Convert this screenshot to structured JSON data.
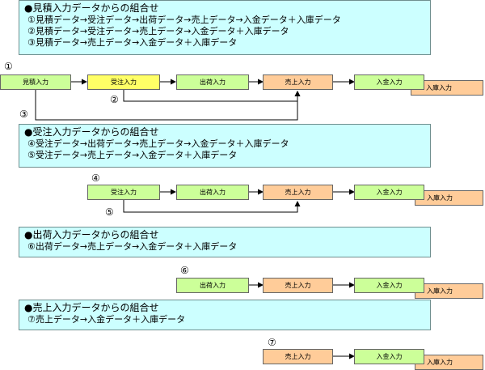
{
  "panels": {
    "p1": {
      "heading": "●見積入力データからの組合せ",
      "lines": [
        "①見積データ→受注データ→出荷データ→売上データ→入金データ＋入庫データ",
        "②見積データ→受注データ→売上データ→入金データ＋入庫データ",
        "③見積データ→売上データ→入金データ＋入庫データ"
      ]
    },
    "p2": {
      "heading": "●受注入力データからの組合せ",
      "lines": [
        "④受注データ→出荷データ→売上データ→入金データ＋入庫データ",
        "⑤受注データ→売上データ→入金データ＋入庫データ"
      ]
    },
    "p3": {
      "heading": "●出荷入力データからの組合せ",
      "lines": [
        "⑥出荷データ→売上データ→入金データ＋入庫データ"
      ]
    },
    "p4": {
      "heading": "●売上入力データからの組合せ",
      "lines": [
        "⑦売上データ→入金データ＋入庫データ"
      ]
    }
  },
  "labels": {
    "estimate": "見積入力",
    "order": "受注入力",
    "shipment": "出荷入力",
    "sales": "売上入力",
    "payment": "入金入力",
    "warehousing": "入庫入力"
  },
  "markers": [
    "①",
    "②",
    "③",
    "④",
    "⑤",
    "⑥",
    "⑦"
  ],
  "colors": {
    "panel_bg": "#ccffff",
    "estimate_box": "#ccff99",
    "order_box_flow1": "#ffff66",
    "order_box_flow2": "#ccff99",
    "shipment_box": "#ccff99",
    "sales_box": "#ffcc99",
    "payment_box": "#ccff99",
    "warehousing_box": "#ffcc99"
  }
}
